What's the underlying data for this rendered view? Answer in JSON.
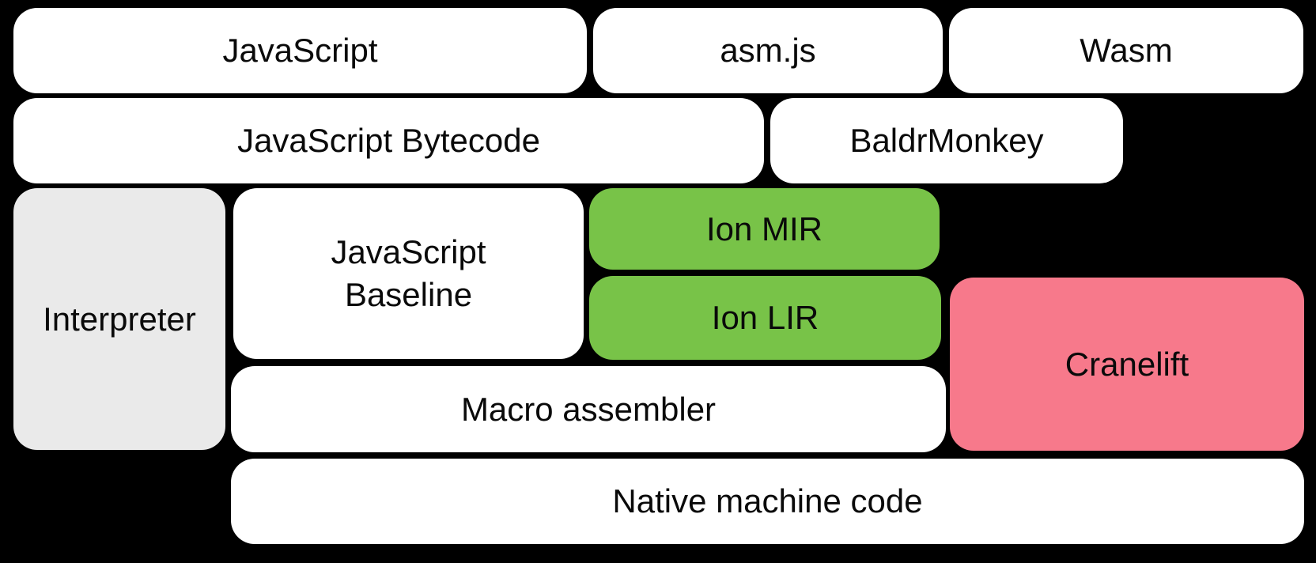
{
  "diagram": {
    "description": "Compiler pipeline block diagram on black background",
    "colors": {
      "background": "#000000",
      "text": "#0a0a0a",
      "box_white": "#ffffff",
      "box_gray": "#eaeaea",
      "box_green": "#78c348",
      "box_pink": "#f7798b"
    }
  },
  "boxes": [
    {
      "id": "javascript",
      "label": "JavaScript",
      "fill": "white"
    },
    {
      "id": "asmjs",
      "label": "asm.js",
      "fill": "white"
    },
    {
      "id": "wasm",
      "label": "Wasm",
      "fill": "white"
    },
    {
      "id": "javascript-bytecode",
      "label": "JavaScript Bytecode",
      "fill": "white"
    },
    {
      "id": "baldrmonkey",
      "label": "BaldrMonkey",
      "fill": "white"
    },
    {
      "id": "interpreter",
      "label": "Interpreter",
      "fill": "gray"
    },
    {
      "id": "javascript-baseline",
      "label": "JavaScript\nBaseline",
      "fill": "white"
    },
    {
      "id": "ion-mir",
      "label": "Ion MIR",
      "fill": "green"
    },
    {
      "id": "ion-lir",
      "label": "Ion LIR",
      "fill": "green"
    },
    {
      "id": "cranelift",
      "label": "Cranelift",
      "fill": "pink"
    },
    {
      "id": "macro-assembler",
      "label": "Macro assembler",
      "fill": "white"
    },
    {
      "id": "native-machine-code",
      "label": "Native machine code",
      "fill": "white"
    }
  ]
}
